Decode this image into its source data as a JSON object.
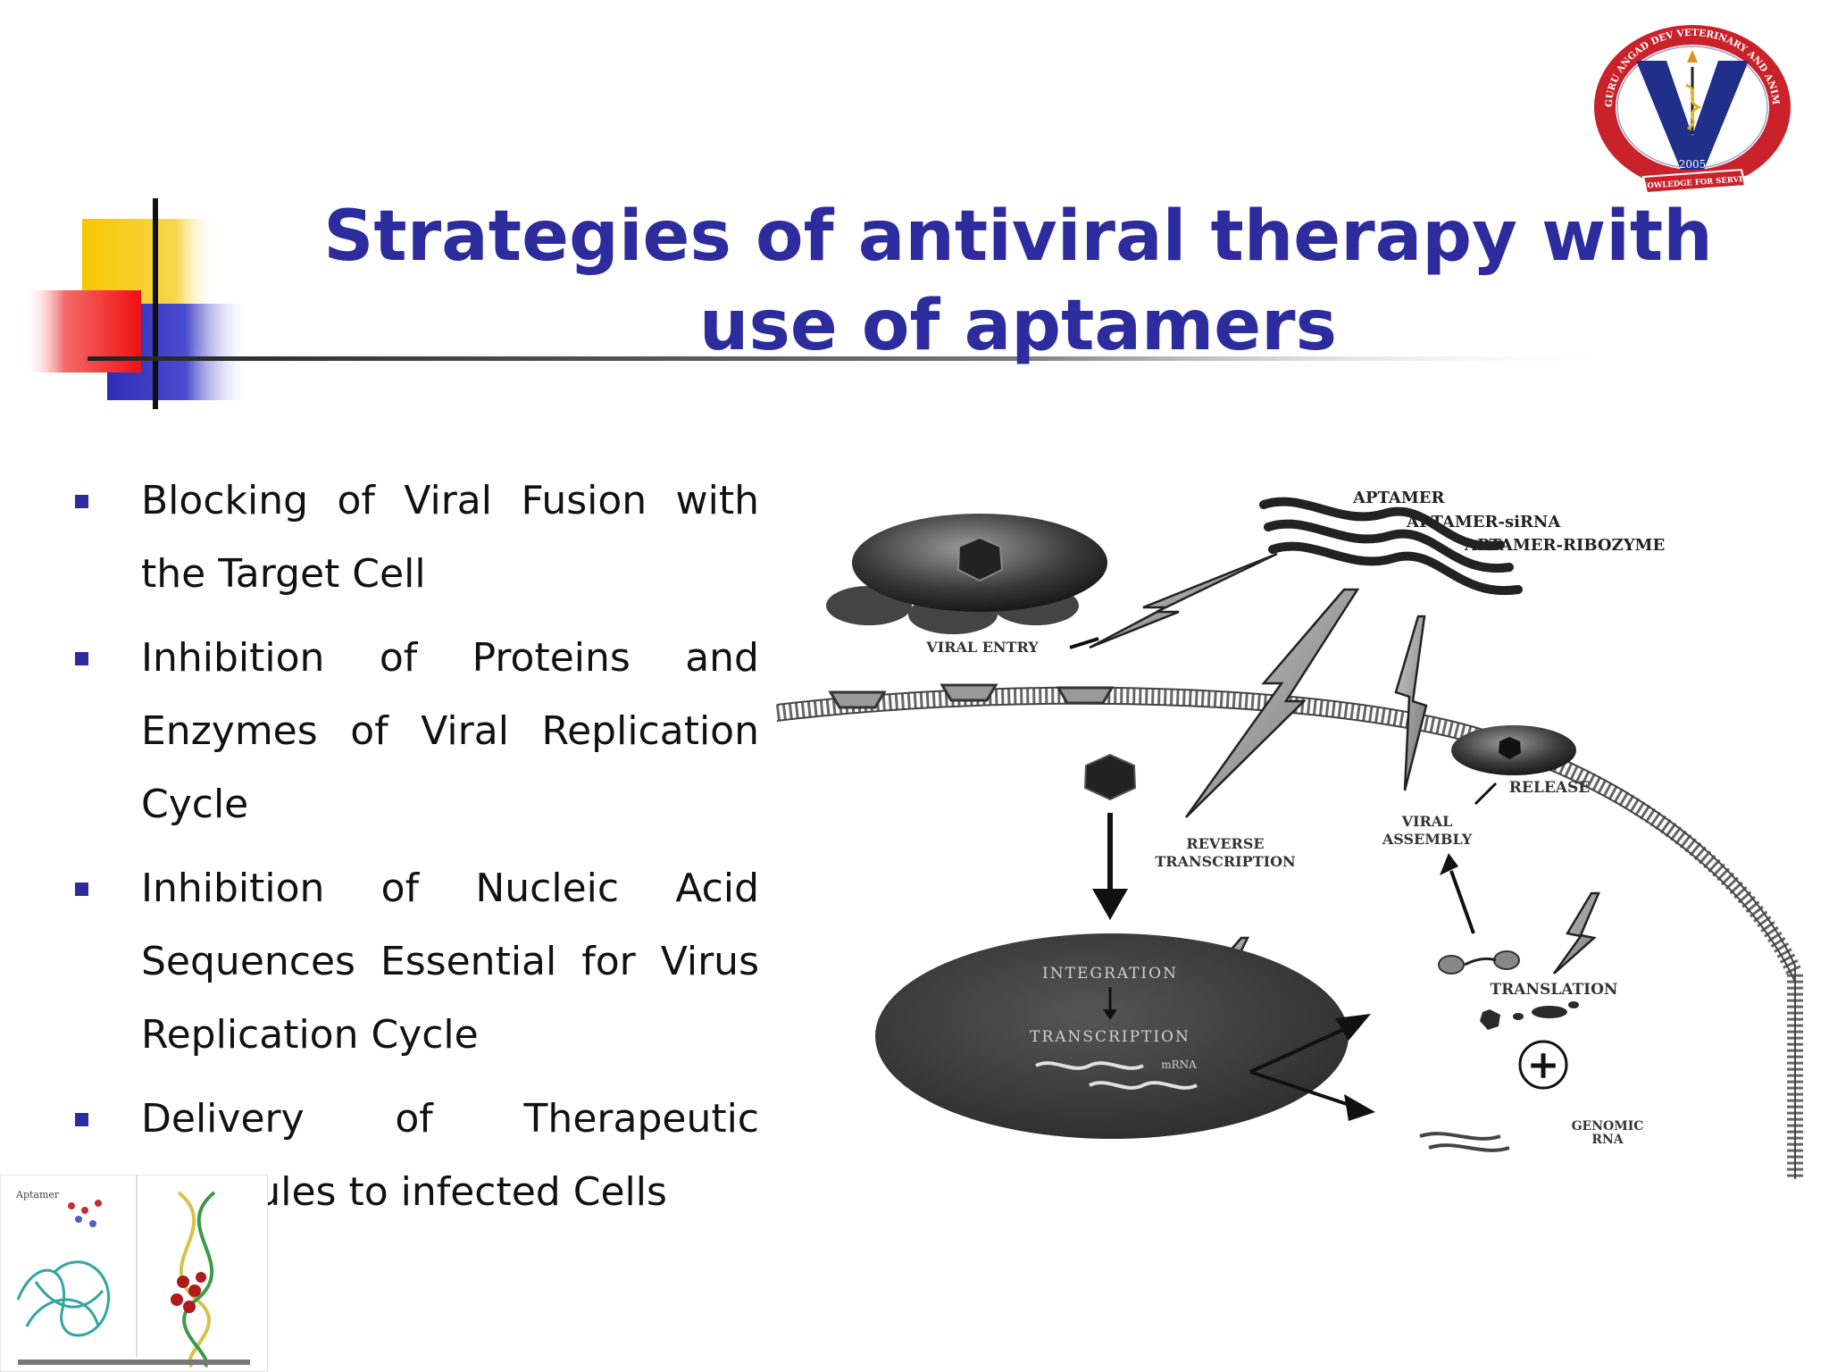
{
  "slide": {
    "title": "Strategies of antiviral therapy with use of aptamers",
    "accent_color": "#2c2c9e",
    "bullet_color": "#2c2c9e"
  },
  "bullets": [
    "Blocking of Viral Fusion with the Target Cell",
    "Inhibition of Proteins and Enzymes of Viral Replication Cycle",
    "Inhibition of Nucleic Acid Sequences Essential for Virus Replication Cycle",
    "Delivery of Therapeutic Molecules to infected Cells"
  ],
  "diagram": {
    "legend": [
      "APTAMER",
      "APTAMER-siRNA",
      "APTAMER-RIBOZYME"
    ],
    "viral_entry": "VIRAL ENTRY",
    "release": "RELEASE",
    "viral_assembly": [
      "VIRAL",
      "ASSEMBLY"
    ],
    "reverse_transcription": [
      "REVERSE",
      "TRANSCRIPTION"
    ],
    "integration": "INTEGRATION",
    "transcription": "TRANSCRIPTION",
    "mrna": "mRNA",
    "translation": "TRANSLATION",
    "genomic_rna": [
      "GENOMIC",
      "RNA"
    ],
    "plus_symbol": "+"
  },
  "logo": {
    "ring_text": "GURU ANGAD DEV VETERINARY AND ANIMAL SCIENCES UNIVERSITY",
    "year": "2005",
    "motto": "KNOWLEDGE FOR SERVICE"
  },
  "thumbnail": {
    "label_left": "Aptamer"
  }
}
